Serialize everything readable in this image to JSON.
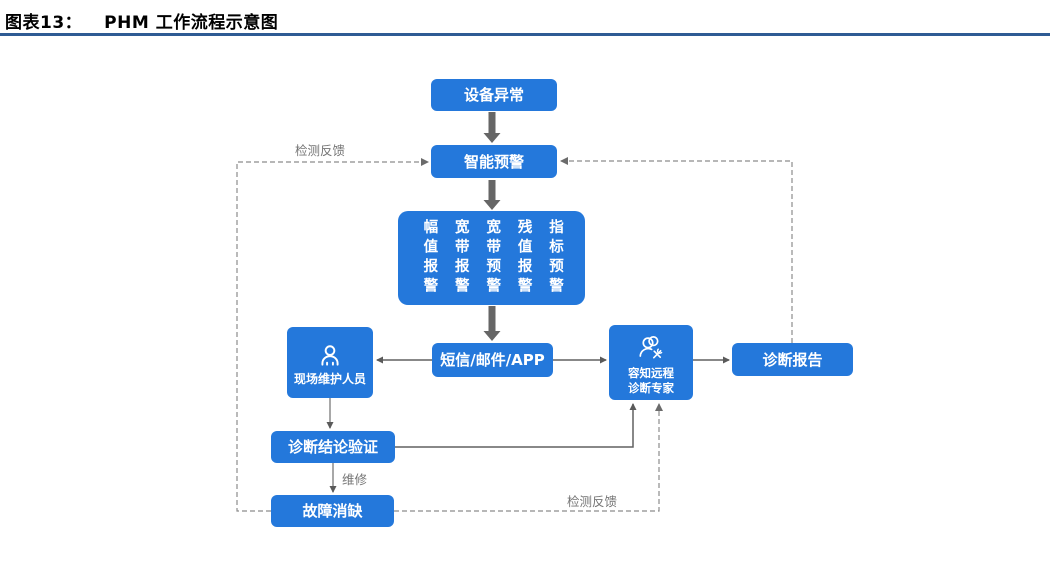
{
  "header": {
    "figure_number": "图表13：",
    "figure_title": "PHM 工作流程示意图"
  },
  "flowchart": {
    "type": "flowchart",
    "nodes": {
      "device_abnormal": "设备异常",
      "intelligent_warning": "智能预警",
      "alarm_types": [
        "幅值报警",
        "宽带报警",
        "宽带预警",
        "残值报警",
        "指标预警"
      ],
      "notification_channels": "短信/邮件/APP",
      "field_personnel": "现场维护人员",
      "remote_experts_line1": "容知远程",
      "remote_experts_line2": "诊断专家",
      "diagnosis_report": "诊断报告",
      "conclusion_verification": "诊断结论验证",
      "fault_elimination": "故障消缺"
    },
    "edge_labels": {
      "detection_feedback_top": "检测反馈",
      "detection_feedback_bottom": "检测反馈",
      "repair": "维修"
    },
    "edges": [
      "设备异常 → 智能预警",
      "智能预警 → 报警类型(幅值报警/宽带报警/宽带预警/残值报警/指标预警)",
      "报警类型 → 短信/邮件/APP",
      "短信/邮件/APP → 现场维护人员",
      "短信/邮件/APP → 容知远程诊断专家",
      "容知远程诊断专家 → 诊断报告",
      "现场维护人员 → 诊断结论验证",
      "诊断结论验证 → 维修 → 故障消缺",
      "诊断结论验证 → 容知远程诊断专家",
      "故障消缺 ⇢ 检测反馈 ⇢ 智能预警",
      "故障消缺 ⇢ 检测反馈 ⇢ 容知远程诊断专家",
      "诊断报告 ⇢ 智能预警"
    ],
    "icons": {
      "field_personnel_icon": "person-icon",
      "remote_experts_icon": "people-with-tools-icon"
    }
  },
  "colors": {
    "node_fill": "#2478DB",
    "node_text": "#FFFFFF",
    "thick_arrow": "#666666",
    "thin_arrow": "#616161",
    "dashed_line": "#8C8C8C",
    "edge_label_text": "#757575",
    "title_text": "#000000",
    "title_rule": "#2F5B94",
    "background": "#FFFFFF"
  }
}
